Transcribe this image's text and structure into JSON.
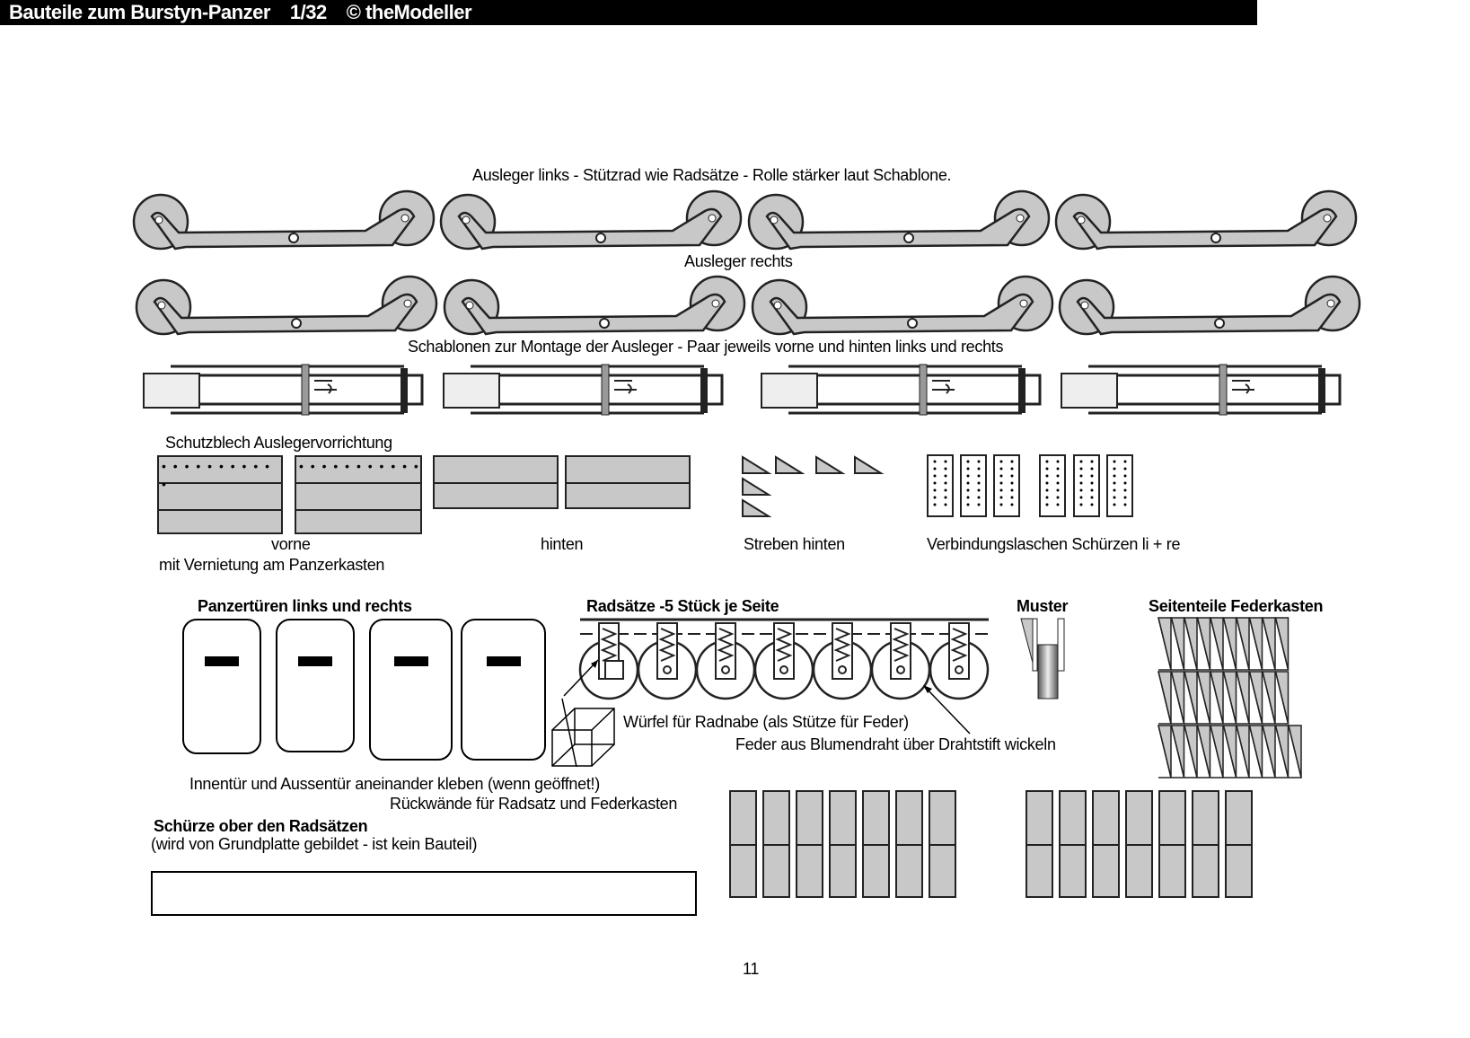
{
  "header": {
    "title": "Bauteile zum Burstyn-Panzer",
    "scale": "1/32",
    "copyright": "© theModeller"
  },
  "labels": {
    "ausleger_links": "Ausleger links  - Stützrad wie Radsätze - Rolle stärker laut Schablone.",
    "ausleger_rechts": "Ausleger rechts",
    "schablonen": "Schablonen zur Montage der Ausleger  - Paar jeweils vorne und hinten links und rechts",
    "schutzblech": "Schutzblech Auslegervorrichtung",
    "vorne": "vorne",
    "vernietung": "mit Vernietung am Panzerkasten",
    "hinten": "hinten",
    "streben": "Streben hinten",
    "laschen": "Verbindungslaschen Schürzen  li + re",
    "panzertueren": "Panzertüren links und rechts",
    "radsaetze": "Radsätze   -5 Stück je Seite",
    "muster": "Muster",
    "seitenteile": "Seitenteile Federkasten",
    "wuerfel": "Würfel für Radnabe (als Stütze für Feder)",
    "feder": "Feder aus Blumendraht über Drahtstift wickeln",
    "innentuer": "Innentür und Aussentür aneinander kleben (wenn geöffnet!)",
    "rueckwaende": "Rückwände für Radsatz und Federkasten",
    "schuerze": "Schürze ober den Radsätzen",
    "schuerze_note": "(wird von Grundplatte gebildet - ist kein Bauteil)"
  },
  "page_number": "11",
  "colors": {
    "part_fill": "#c8c8c8",
    "header_bg": "#000000"
  }
}
